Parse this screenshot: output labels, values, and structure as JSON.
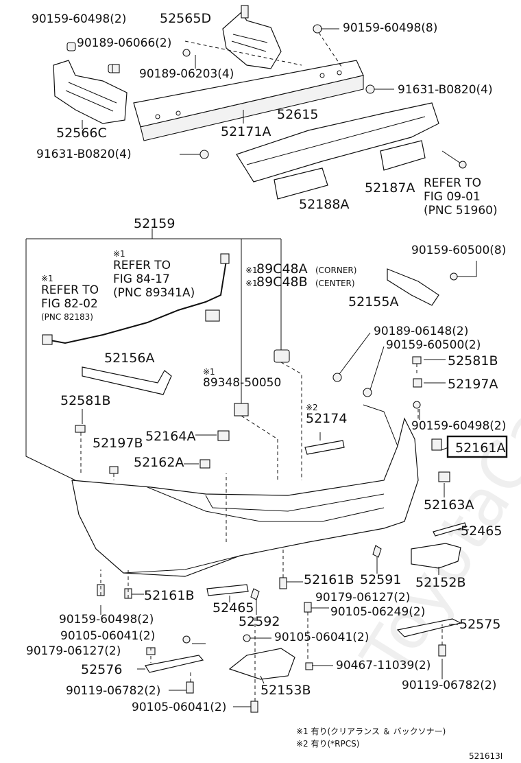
{
  "diagram_id": "521613I",
  "labels": {
    "p1": "90159-60498(2)",
    "p2": "52565D",
    "p3": "90159-60498(8)",
    "p4": "90189-06066(2)",
    "p5": "90189-06203(4)",
    "p6": "91631-B0820(4)",
    "p7": "52566C",
    "p8": "52171A",
    "p9": "52615",
    "p10": "91631-B0820(4)",
    "p11": "52187A",
    "p12": "52188A",
    "p13": "52159",
    "p14": "90159-60500(8)",
    "p15": "52155A",
    "p16": "90189-06148(2)",
    "p17": "90159-60500(2)",
    "p18": "52581B",
    "p19": "52197A",
    "p20": "52156A",
    "p21": "89348-50050",
    "p22": "52581B",
    "p23": "52174",
    "p24": "90159-60498(2)",
    "p25": "52164A",
    "p26": "52197B",
    "p27": "52161A",
    "p28": "52162A",
    "p29": "52163A",
    "p30": "52465",
    "p31": "52161B",
    "p32": "52591",
    "p33": "52152B",
    "p34": "52161B",
    "p35": "90179-06127(2)",
    "p36": "90105-06249(2)",
    "p37": "90159-60498(2)",
    "p38": "52465",
    "p39": "52592",
    "p40": "52575",
    "p41": "90105-06041(2)",
    "p42": "90105-06041(2)",
    "p43": "90179-06127(2)",
    "p44": "90467-11039(2)",
    "p45": "52576",
    "p46": "90119-06782(2)",
    "p47": "52153B",
    "p48": "90119-06782(2)",
    "p49": "90105-06041(2)"
  },
  "refs": {
    "r1_mark": "※1",
    "r1_a": "REFER TO",
    "r1_b": "FIG 84-17",
    "r1_c": "(PNC 89341A)",
    "r2_mark": "※1",
    "r2_a": "REFER TO",
    "r2_b": "FIG 82-02",
    "r2_c": "(PNC 82183)",
    "r3_a": "REFER TO",
    "r3_b": "FIG 09-01",
    "r3_c": "(PNC 51960)",
    "c1_mark": "※1",
    "c1_code": "89C48A",
    "c1_note": "(CORNER)",
    "c2_mark": "※1",
    "c2_code": "89C48B",
    "c2_note": "(CENTER)",
    "s1_mark": "※1",
    "s2_mark": "※2"
  },
  "notes": {
    "n1": "※1 有り(クリアランス ＆ バックソナー)",
    "n2": "※2 有り(*RPCS)"
  },
  "watermark": "ToyotaCarMine.ru",
  "highlighted_part": "52161A"
}
